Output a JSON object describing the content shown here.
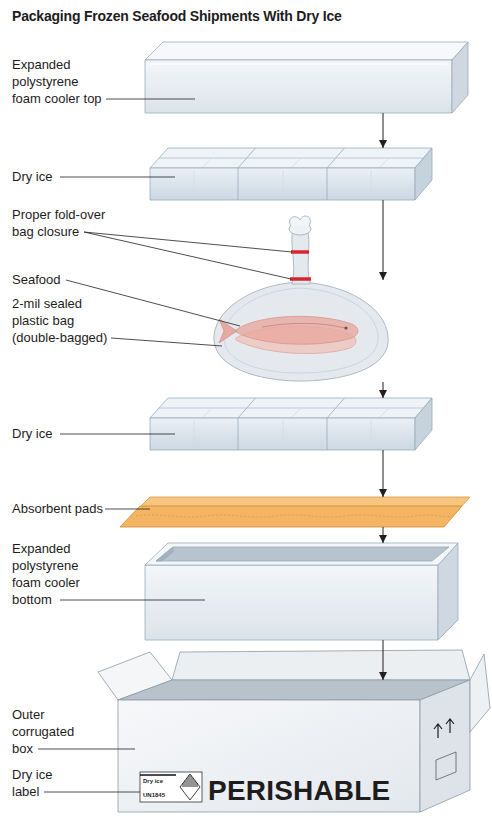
{
  "diagram": {
    "title": "Packaging Frozen Seafood Shipments With Dry Ice",
    "nodes": [
      {
        "text": [
          "Expanded polystyrene foam cooler top"
        ]
      },
      {
        "text": [
          "Dry ice"
        ]
      },
      {
        "text": [
          "Proper fold-over bag closure",
          "Seafood",
          "2-mil sealed plastic bag (double-bagged)"
        ]
      },
      {
        "text": [
          "Dry ice"
        ]
      },
      {
        "text": [
          "Absorbent pads"
        ]
      },
      {
        "text": [
          "Expanded polystyrene foam cooler bottom"
        ]
      },
      {
        "text": [
          "Outer corrugated box",
          "PERISHABLE"
        ]
      },
      {
        "text": [
          "Dry ice label",
          "Dry ice",
          "UN1845"
        ],
        "in": 6
      }
    ],
    "edges": [
      {
        "from": 0,
        "to": 1,
        "arrow": "to"
      },
      {
        "from": 1,
        "to": 2,
        "arrow": "to"
      },
      {
        "from": 2,
        "to": 3,
        "arrow": "to"
      },
      {
        "from": 3,
        "to": 4,
        "arrow": "to"
      },
      {
        "from": 4,
        "to": 5,
        "arrow": "to"
      },
      {
        "from": 5,
        "to": 6,
        "arrow": "to"
      }
    ]
  }
}
